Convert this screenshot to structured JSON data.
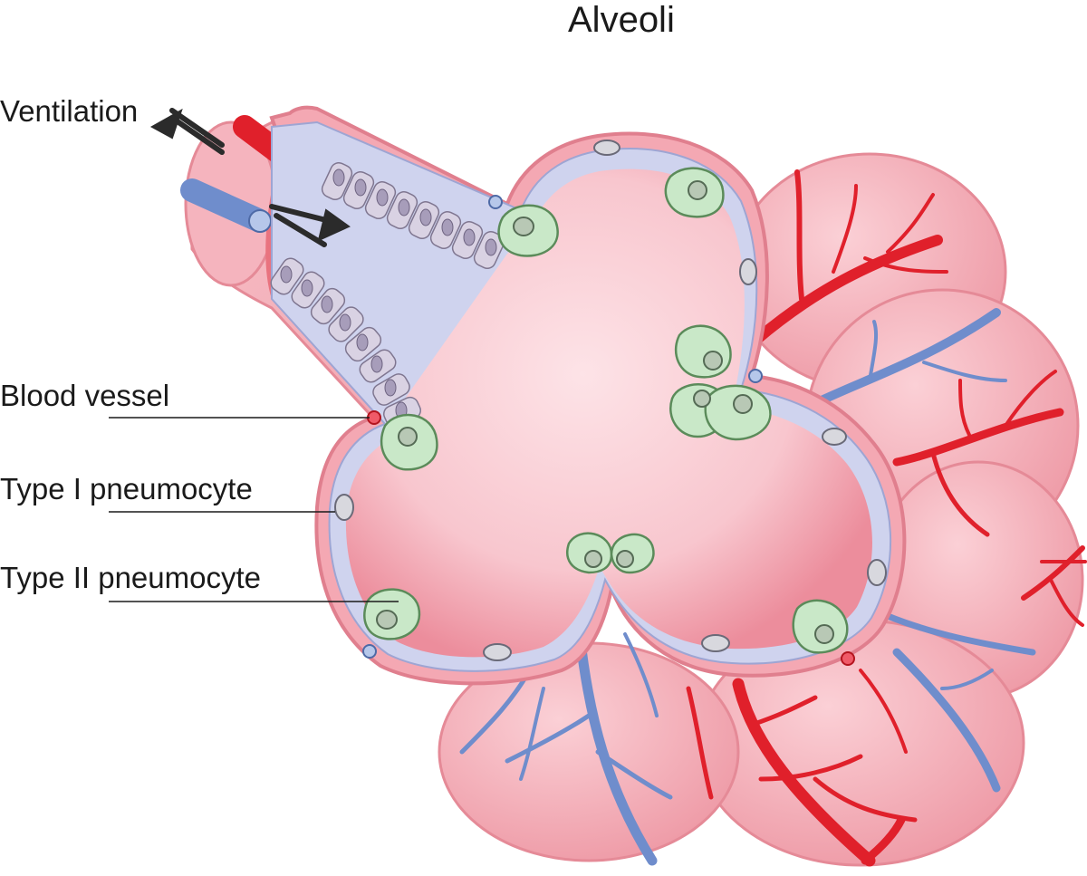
{
  "title": "Alveoli",
  "labels": {
    "ventilation": "Ventilation",
    "blood_vessel": "Blood vessel",
    "type1": "Type I pneumocyte",
    "type2": "Type II pneumocyte"
  },
  "colors": {
    "artery": "#e0202b",
    "vein": "#6f8dcc",
    "tissue": "#f3a7b1",
    "lumen": "#f9c9d0",
    "membrane": "#c7cbe8",
    "type2_cell": "#c9e8c8",
    "epithelium": "#cfc6dc",
    "arrow": "#2b2b2b"
  }
}
